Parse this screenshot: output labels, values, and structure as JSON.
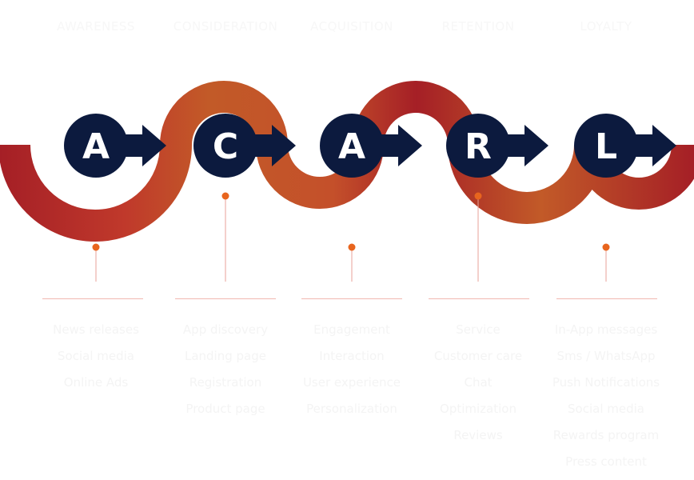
{
  "colors": {
    "ribbon_dark": "#a51f26",
    "ribbon_orange": "#c25a28",
    "circle_navy": "#0c1a3e",
    "pin_orange": "#e8651e",
    "pin_line": "#e9a199",
    "divider": "#f1b8b0"
  },
  "stages": [
    {
      "letter": "A",
      "title": "AWARENESS",
      "items": [
        "News releases",
        "Social media",
        "Online Ads"
      ]
    },
    {
      "letter": "C",
      "title": "CONSIDERATION",
      "items": [
        "App discovery",
        "Landing page",
        "Registration",
        "Product page"
      ]
    },
    {
      "letter": "A",
      "title": "ACQUISITION",
      "items": [
        "Engagement",
        "Interaction",
        "User experience",
        "Personalization"
      ]
    },
    {
      "letter": "R",
      "title": "RETENTION",
      "items": [
        "Service",
        "Customer care",
        "Chat",
        "Optimization",
        "Reviews"
      ]
    },
    {
      "letter": "L",
      "title": "LOYALTY",
      "items": [
        "In-App messages",
        "Sms / WhatsApp",
        "Push Notifications",
        "Social media",
        "Rewards program",
        "Press content"
      ]
    }
  ]
}
